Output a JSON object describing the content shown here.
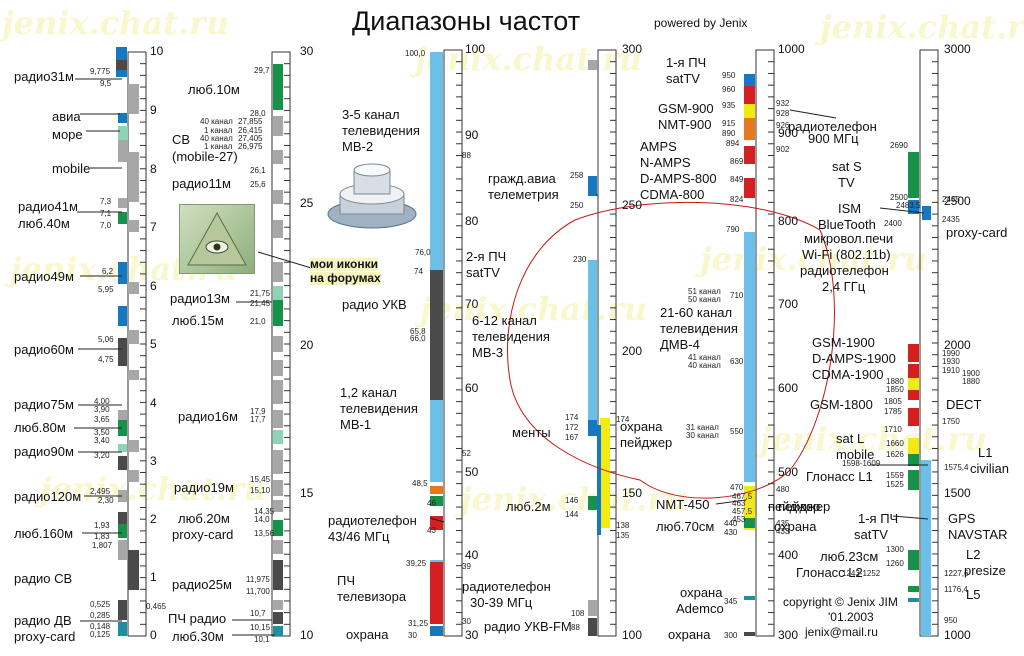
{
  "title": "Диапазоны частот",
  "powered_by": "powered by Jenix",
  "watermark": "jenix.chat.ru",
  "colors": {
    "blue": "#1479c0",
    "lightblue": "#6cbfe8",
    "green": "#17924a",
    "mint": "#8fd3b6",
    "gray": "#a7a7a7",
    "dark": "#4a4a4a",
    "red": "#d42020",
    "orange": "#e8781e",
    "yellow": "#f2ea10",
    "teal": "#1e8fa0"
  },
  "scales": [
    {
      "id": "s1",
      "ticks": [
        {
          "v": "10"
        },
        {
          "v": "9"
        },
        {
          "v": "8"
        },
        {
          "v": "7"
        },
        {
          "v": "6"
        },
        {
          "v": "5"
        },
        {
          "v": "4"
        },
        {
          "v": "3"
        },
        {
          "v": "2"
        },
        {
          "v": "1"
        },
        {
          "v": "0"
        }
      ]
    },
    {
      "id": "s2",
      "ticks": [
        {
          "v": "30"
        },
        {
          "v": "25"
        },
        {
          "v": "20"
        },
        {
          "v": "15"
        },
        {
          "v": "10"
        }
      ]
    },
    {
      "id": "s3",
      "ticks": [
        {
          "v": "100"
        },
        {
          "v": "90"
        },
        {
          "v": "80"
        },
        {
          "v": "70"
        },
        {
          "v": "60"
        },
        {
          "v": "50"
        },
        {
          "v": "40"
        },
        {
          "v": "30"
        }
      ]
    },
    {
      "id": "s4",
      "ticks": [
        {
          "v": "300"
        },
        {
          "v": "250"
        },
        {
          "v": "200"
        },
        {
          "v": "150"
        },
        {
          "v": "100"
        }
      ]
    },
    {
      "id": "s5",
      "ticks": [
        {
          "v": "1000"
        },
        {
          "v": "900"
        },
        {
          "v": "800"
        },
        {
          "v": "700"
        },
        {
          "v": "600"
        },
        {
          "v": "500"
        },
        {
          "v": "400"
        },
        {
          "v": "300"
        }
      ]
    },
    {
      "id": "s6",
      "ticks": [
        {
          "v": "3000"
        },
        {
          "v": "2500"
        },
        {
          "v": "2000"
        },
        {
          "v": "1500"
        },
        {
          "v": "1000"
        }
      ]
    }
  ],
  "labels": [
    {
      "text": "радио31м"
    },
    {
      "text": "авиа"
    },
    {
      "text": "море"
    },
    {
      "text": "mobile"
    },
    {
      "text": "радио41м"
    },
    {
      "text": "люб.40м"
    },
    {
      "text": "радио49м"
    },
    {
      "text": "радио60м"
    },
    {
      "text": "радио75м"
    },
    {
      "text": "люб.80м"
    },
    {
      "text": "радио90м"
    },
    {
      "text": "радио120м"
    },
    {
      "text": "люб.160м"
    },
    {
      "text": "радио СВ"
    },
    {
      "text": "радио ДВ"
    },
    {
      "text": "proxy-card"
    },
    {
      "text": "люб.10м"
    },
    {
      "text": "СВ"
    },
    {
      "text": "(mobile-27)"
    },
    {
      "text": "радио11м"
    },
    {
      "text": "мои иконки"
    },
    {
      "text": "на форумах"
    },
    {
      "text": "радио13м"
    },
    {
      "text": "люб.15м"
    },
    {
      "text": "радио16м"
    },
    {
      "text": "радио19м"
    },
    {
      "text": "люб.20м"
    },
    {
      "text": "proxy-card"
    },
    {
      "text": "радио25м"
    },
    {
      "text": "ПЧ радио"
    },
    {
      "text": "люб.30м"
    },
    {
      "text": "3-5 канал"
    },
    {
      "text": "телевидения"
    },
    {
      "text": "МВ-2"
    },
    {
      "text": "2-я ПЧ"
    },
    {
      "text": "satTV"
    },
    {
      "text": "радио УКВ"
    },
    {
      "text": "1,2 канал"
    },
    {
      "text": "телевидения"
    },
    {
      "text": "МВ-1"
    },
    {
      "text": "радиотелефон"
    },
    {
      "text": "43/46 МГц"
    },
    {
      "text": "ПЧ"
    },
    {
      "text": "телевизора"
    },
    {
      "text": "охрана"
    },
    {
      "text": "радиотелефон"
    },
    {
      "text": "30-39 МГц"
    },
    {
      "text": "радио УКВ-FM"
    },
    {
      "text": "гражд.авиа"
    },
    {
      "text": "телеметрия"
    },
    {
      "text": "6-12 канал"
    },
    {
      "text": "телевидения"
    },
    {
      "text": "МВ-3"
    },
    {
      "text": "менты"
    },
    {
      "text": "охрана"
    },
    {
      "text": "пейджер"
    },
    {
      "text": "люб.2м"
    },
    {
      "text": "1-я ПЧ"
    },
    {
      "text": "satTV"
    },
    {
      "text": "GSM-900"
    },
    {
      "text": "NMT-900"
    },
    {
      "text": "AMPS"
    },
    {
      "text": "N-AMPS"
    },
    {
      "text": "D-AMPS-800"
    },
    {
      "text": "CDMA-800"
    },
    {
      "text": "21-60 канал"
    },
    {
      "text": "телевидения"
    },
    {
      "text": "ДМВ-4"
    },
    {
      "text": "NMT-450"
    },
    {
      "text": "люб.70см"
    },
    {
      "text": "охрана"
    },
    {
      "text": "Ademco"
    },
    {
      "text": "охрана"
    },
    {
      "text": "пейджер"
    },
    {
      "text": "радиотелефон"
    },
    {
      "text": "900 МГц"
    },
    {
      "text": "микровол.печи"
    },
    {
      "text": "Wi-Fi (802.11b)"
    },
    {
      "text": "радиотелефон"
    },
    {
      "text": "2,4 ГГц"
    },
    {
      "text": "GSM-1900"
    },
    {
      "text": "D-AMPS-1900"
    },
    {
      "text": "CDMA-1900"
    },
    {
      "text": "GSM-1800"
    },
    {
      "text": "sat L"
    },
    {
      "text": "mobile"
    },
    {
      "text": "Глонасс L1"
    },
    {
      "text": "пейджер"
    },
    {
      "text": "охрана"
    },
    {
      "text": "1-я ПЧ"
    },
    {
      "text": "satTV"
    },
    {
      "text": "люб.23см"
    },
    {
      "text": "Глонасс L2"
    },
    {
      "text": "sat S"
    },
    {
      "text": "TV"
    },
    {
      "text": "ISM"
    },
    {
      "text": "BlueTooth"
    },
    {
      "text": "proxy-card"
    },
    {
      "text": "DECT"
    },
    {
      "text": "L1"
    },
    {
      "text": "civilian"
    },
    {
      "text": "GPS"
    },
    {
      "text": "NAVSTAR"
    },
    {
      "text": "L2"
    },
    {
      "text": "presize"
    },
    {
      "text": "L5"
    }
  ],
  "small_numbers": [
    {
      "text": "9,775"
    },
    {
      "text": "9,5"
    },
    {
      "text": "7,3"
    },
    {
      "text": "7,1"
    },
    {
      "text": "7,0"
    },
    {
      "text": "6,2"
    },
    {
      "text": "5,95"
    },
    {
      "text": "5,06"
    },
    {
      "text": "4,75"
    },
    {
      "text": "4,00"
    },
    {
      "text": "3,90"
    },
    {
      "text": "3,65"
    },
    {
      "text": "3,50"
    },
    {
      "text": "3,40"
    },
    {
      "text": "3,20"
    },
    {
      "text": "2,495"
    },
    {
      "text": "2,30"
    },
    {
      "text": "1,93"
    },
    {
      "text": "1,83"
    },
    {
      "text": "1,807"
    },
    {
      "text": "0,525"
    },
    {
      "text": "0,285"
    },
    {
      "text": "0,148"
    },
    {
      "text": "0,125"
    },
    {
      "text": "0,465"
    },
    {
      "text": "29,7"
    },
    {
      "text": "28,0"
    },
    {
      "text": "40 канал"
    },
    {
      "text": "1 канал"
    },
    {
      "text": "40 канал"
    },
    {
      "text": "1 канал"
    },
    {
      "text": "27,855"
    },
    {
      "text": "26,415"
    },
    {
      "text": "27,405"
    },
    {
      "text": "26,975"
    },
    {
      "text": "26,1"
    },
    {
      "text": "25,6"
    },
    {
      "text": "21,75"
    },
    {
      "text": "21,45"
    },
    {
      "text": "21,0"
    },
    {
      "text": "17,9"
    },
    {
      "text": "17,7"
    },
    {
      "text": "15,45"
    },
    {
      "text": "15,10"
    },
    {
      "text": "14,35"
    },
    {
      "text": "14,0"
    },
    {
      "text": "13,56"
    },
    {
      "text": "11,975"
    },
    {
      "text": "11,700"
    },
    {
      "text": "10,7"
    },
    {
      "text": "10,15"
    },
    {
      "text": "10,1"
    },
    {
      "text": "100,0"
    },
    {
      "text": "88"
    },
    {
      "text": "76,0"
    },
    {
      "text": "74"
    },
    {
      "text": "65,8"
    },
    {
      "text": "66,0"
    },
    {
      "text": "52"
    },
    {
      "text": "48,5"
    },
    {
      "text": "46"
    },
    {
      "text": "43"
    },
    {
      "text": "39,25"
    },
    {
      "text": "39"
    },
    {
      "text": "31,25"
    },
    {
      "text": "30"
    },
    {
      "text": "30"
    },
    {
      "text": "258"
    },
    {
      "text": "250"
    },
    {
      "text": "230"
    },
    {
      "text": "174"
    },
    {
      "text": "172"
    },
    {
      "text": "167"
    },
    {
      "text": "174"
    },
    {
      "text": "146"
    },
    {
      "text": "144"
    },
    {
      "text": "138"
    },
    {
      "text": "135"
    },
    {
      "text": "108"
    },
    {
      "text": "88"
    },
    {
      "text": "950"
    },
    {
      "text": "960"
    },
    {
      "text": "935"
    },
    {
      "text": "915"
    },
    {
      "text": "890"
    },
    {
      "text": "894"
    },
    {
      "text": "869"
    },
    {
      "text": "849"
    },
    {
      "text": "824"
    },
    {
      "text": "932"
    },
    {
      "text": "928"
    },
    {
      "text": "926"
    },
    {
      "text": "902"
    },
    {
      "text": "790"
    },
    {
      "text": "51 канал"
    },
    {
      "text": "50 канал"
    },
    {
      "text": "710"
    },
    {
      "text": "41 канал"
    },
    {
      "text": "40 канал"
    },
    {
      "text": "630"
    },
    {
      "text": "31 канал"
    },
    {
      "text": "30 канал"
    },
    {
      "text": "550"
    },
    {
      "text": "470"
    },
    {
      "text": "467,5"
    },
    {
      "text": "463"
    },
    {
      "text": "457,5"
    },
    {
      "text": "453"
    },
    {
      "text": "440"
    },
    {
      "text": "430"
    },
    {
      "text": "435"
    },
    {
      "text": "433"
    },
    {
      "text": "345"
    },
    {
      "text": "300"
    },
    {
      "text": "480"
    },
    {
      "text": "2690"
    },
    {
      "text": "2500"
    },
    {
      "text": "2483,5"
    },
    {
      "text": "2465"
    },
    {
      "text": "2435"
    },
    {
      "text": "2400"
    },
    {
      "text": "1990"
    },
    {
      "text": "1930"
    },
    {
      "text": "1910"
    },
    {
      "text": "1880"
    },
    {
      "text": "1850"
    },
    {
      "text": "1880"
    },
    {
      "text": "1900"
    },
    {
      "text": "1805"
    },
    {
      "text": "1785"
    },
    {
      "text": "1750"
    },
    {
      "text": "1710"
    },
    {
      "text": "1660"
    },
    {
      "text": "1626"
    },
    {
      "text": "1598-1609"
    },
    {
      "text": "1575,4"
    },
    {
      "text": "1559"
    },
    {
      "text": "1525"
    },
    {
      "text": "1300"
    },
    {
      "text": "1260"
    },
    {
      "text": "1243-1252"
    },
    {
      "text": "1227,6"
    },
    {
      "text": "1176,4"
    },
    {
      "text": "950"
    }
  ],
  "copyright": [
    "copyright © Jenix JIM",
    "'01.2003",
    "jenix@mail.ru"
  ]
}
